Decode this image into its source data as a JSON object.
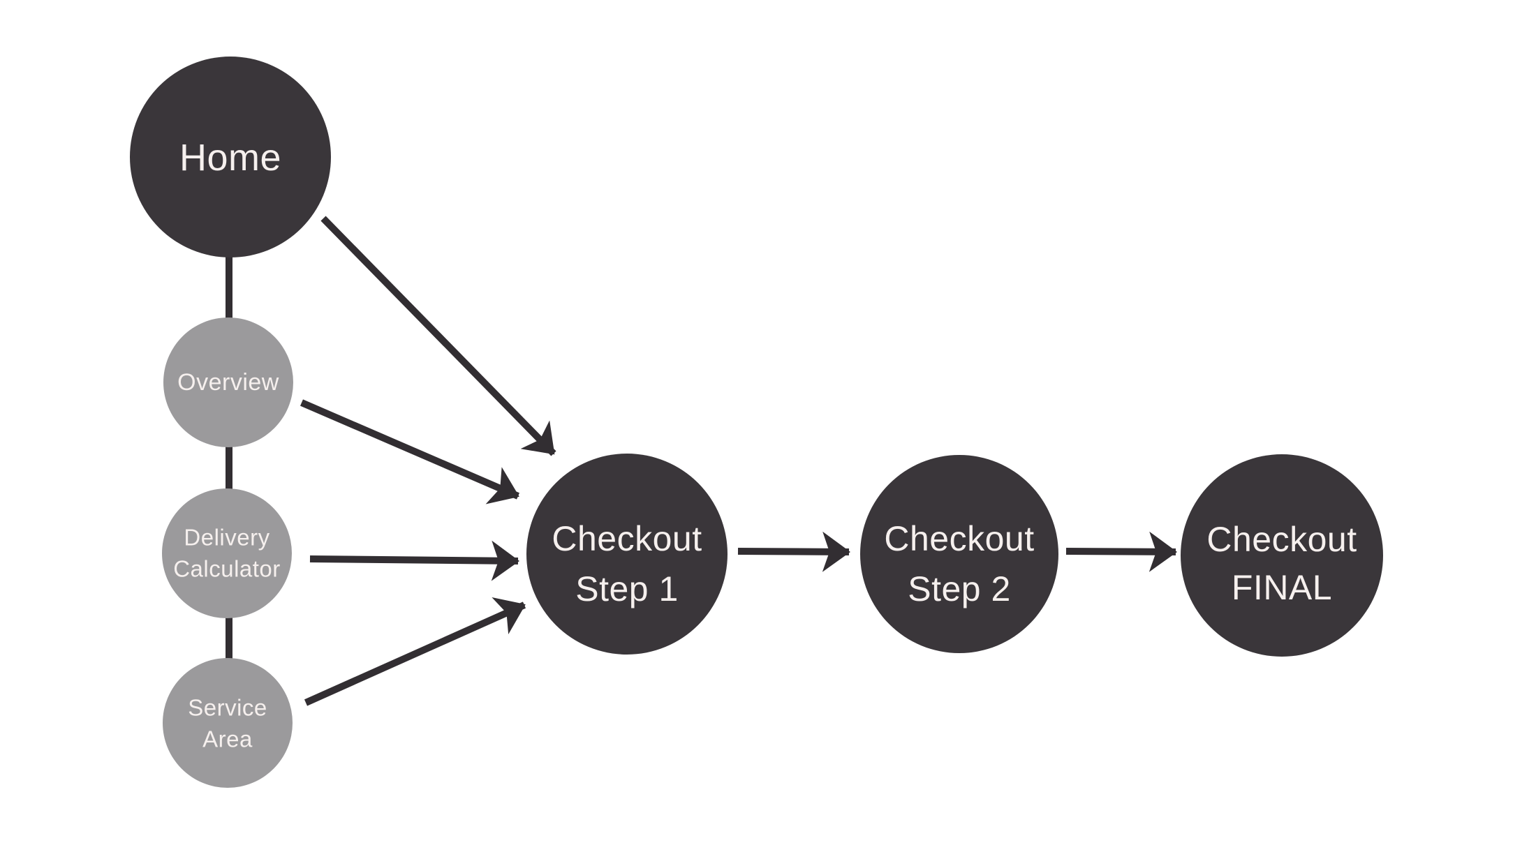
{
  "diagram": {
    "type": "sitemap-flow",
    "colors": {
      "background": "#ffffff",
      "node_dark": "#3a363a",
      "node_gray": "#9b9a9c",
      "edge": "#322e32",
      "label": "#f6f0ee"
    },
    "nodes": {
      "home": {
        "label": "Home",
        "color": "dark"
      },
      "overview": {
        "label": "Overview",
        "color": "gray"
      },
      "delivery_calculator": {
        "line1": "Delivery",
        "line2": "Calculator",
        "color": "gray"
      },
      "service_area": {
        "line1": "Service",
        "line2": "Area",
        "color": "gray"
      },
      "checkout_step1": {
        "line1": "Checkout",
        "line2": "Step 1",
        "color": "dark"
      },
      "checkout_step2": {
        "line1": "Checkout",
        "line2": "Step 2",
        "color": "dark"
      },
      "checkout_final": {
        "line1": "Checkout",
        "line2": "FINAL",
        "color": "dark"
      }
    },
    "edges": [
      {
        "from": "home",
        "to": "overview",
        "style": "line"
      },
      {
        "from": "overview",
        "to": "delivery_calculator",
        "style": "line"
      },
      {
        "from": "delivery_calculator",
        "to": "service_area",
        "style": "line"
      },
      {
        "from": "home",
        "to": "checkout_step1",
        "style": "arrow"
      },
      {
        "from": "overview",
        "to": "checkout_step1",
        "style": "arrow"
      },
      {
        "from": "delivery_calculator",
        "to": "checkout_step1",
        "style": "arrow"
      },
      {
        "from": "service_area",
        "to": "checkout_step1",
        "style": "arrow"
      },
      {
        "from": "checkout_step1",
        "to": "checkout_step2",
        "style": "arrow"
      },
      {
        "from": "checkout_step2",
        "to": "checkout_final",
        "style": "arrow"
      }
    ]
  }
}
